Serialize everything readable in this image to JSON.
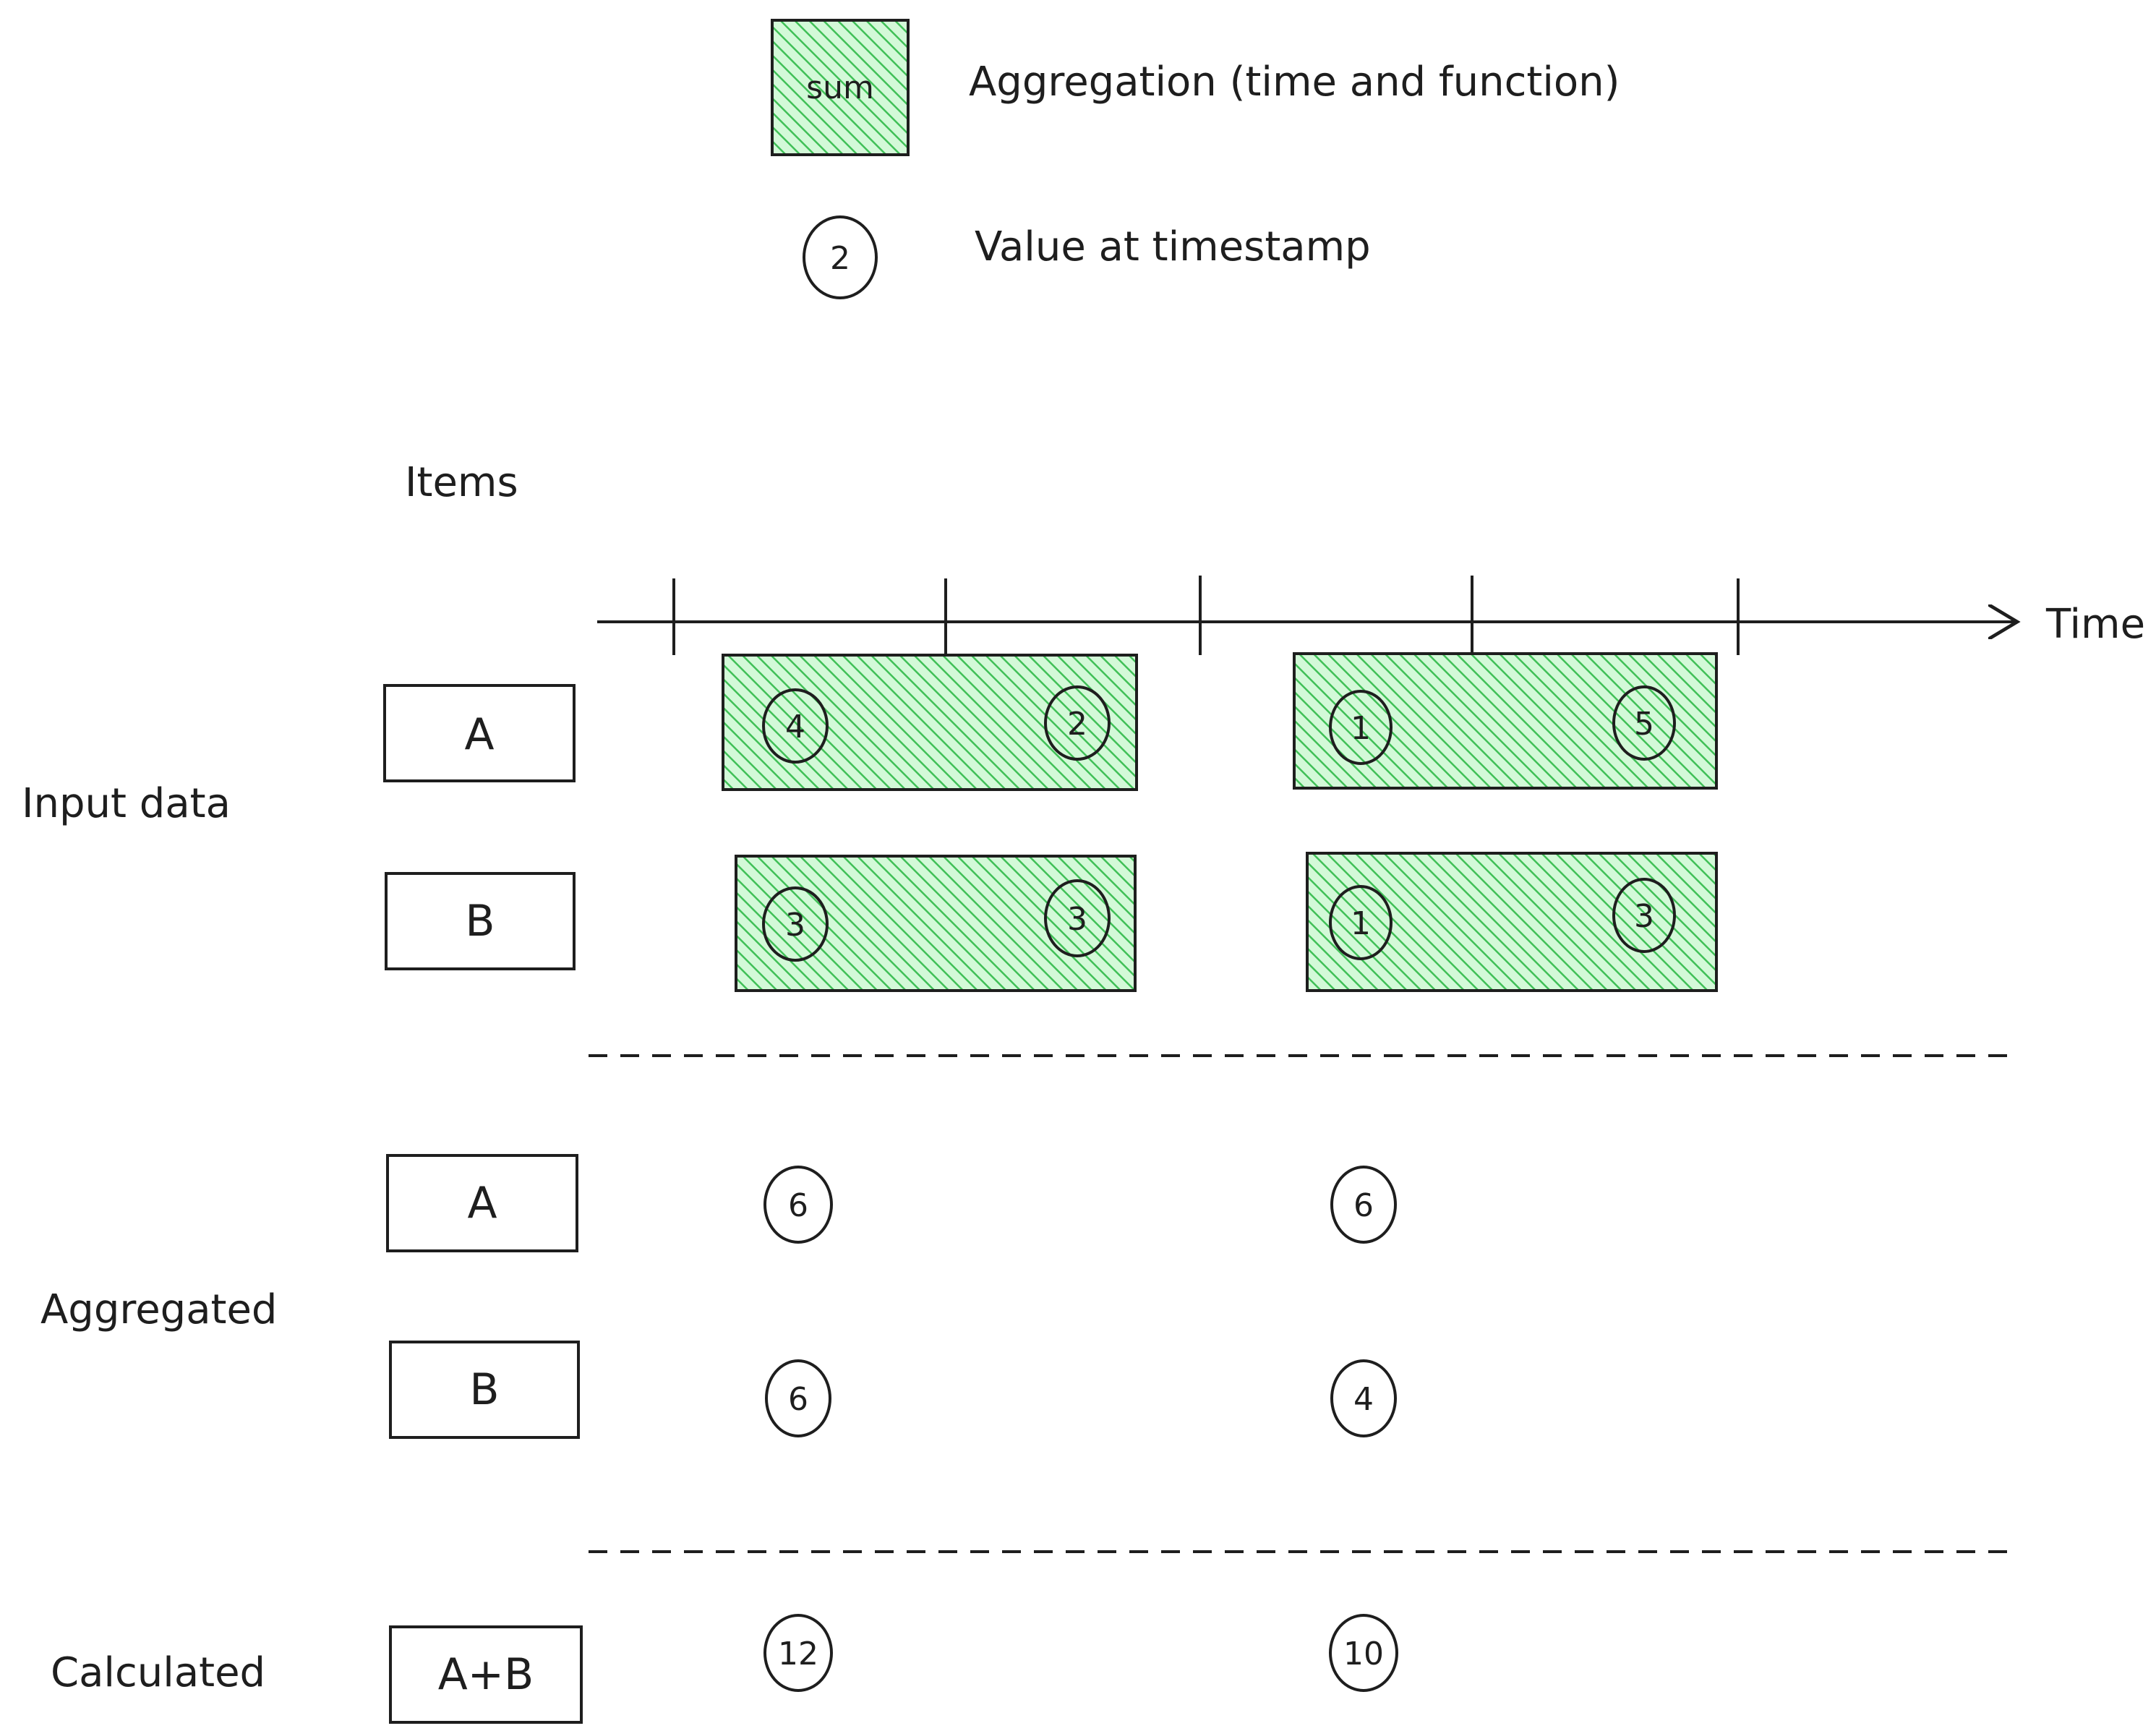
{
  "legend": {
    "aggregation_box_label": "sum",
    "aggregation_desc": "Aggregation (time and function)",
    "value_circle_label": "2",
    "value_desc": "Value at timestamp"
  },
  "headers": {
    "items": "Items",
    "time": "Time"
  },
  "rows": {
    "input_data": "Input data",
    "aggregated": "Aggregated",
    "calculated": "Calculated"
  },
  "input": {
    "A": {
      "label": "A",
      "window1": [
        "4",
        "2"
      ],
      "window2": [
        "1",
        "5"
      ]
    },
    "B": {
      "label": "B",
      "window1": [
        "3",
        "3"
      ],
      "window2": [
        "1",
        "3"
      ]
    }
  },
  "aggregated": {
    "A": {
      "label": "A",
      "values": [
        "6",
        "6"
      ]
    },
    "B": {
      "label": "B",
      "values": [
        "6",
        "4"
      ]
    }
  },
  "calculated": {
    "A+B": {
      "label": "A+B",
      "values": [
        "12",
        "10"
      ]
    }
  },
  "colors": {
    "hatch": "#40c057",
    "hatch_bg": "#b2f2bb",
    "stroke": "#1e1e1e"
  }
}
